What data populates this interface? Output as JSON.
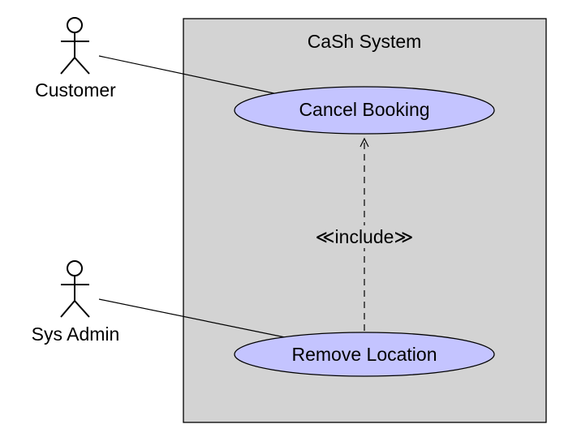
{
  "system": {
    "title": "CaSh System"
  },
  "actors": [
    {
      "id": "customer",
      "label": "Customer"
    },
    {
      "id": "sys-admin",
      "label": "Sys Admin"
    }
  ],
  "use_cases": [
    {
      "id": "cancel-booking",
      "label": "Cancel Booking"
    },
    {
      "id": "remove-location",
      "label": "Remove Location"
    }
  ],
  "relationships": {
    "include_label": "≪include≫"
  },
  "colors": {
    "system_fill": "#d3d3d3",
    "use_case_fill": "#c4c4ff",
    "stroke": "#000000"
  }
}
